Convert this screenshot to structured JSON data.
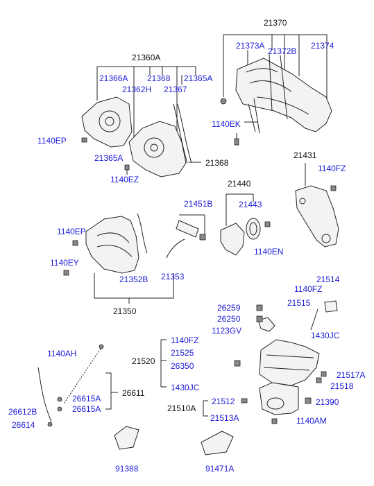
{
  "colors": {
    "part_blue": "#1a1ad6",
    "part_black": "#111111",
    "line": "#222222"
  },
  "labels": {
    "l21370": "21370",
    "l21373A": "21373A",
    "l21372B": "21372B",
    "l21374": "21374",
    "l21360A": "21360A",
    "l21366A": "21366A",
    "l21368a": "21368",
    "l21365Aa": "21365A",
    "l21362H": "21362H",
    "l21367": "21367",
    "l1140EK": "1140EK",
    "l1140EPa": "1140EP",
    "l21365Ab": "21365A",
    "l21368b": "21368",
    "l1140EZ": "1140EZ",
    "l21431": "21431",
    "l1140FZa": "1140FZ",
    "l21440": "21440",
    "l21451B": "21451B",
    "l21443": "21443",
    "l1140EPb": "1140EP",
    "l1140EN": "1140EN",
    "l1140EY": "1140EY",
    "l21352B": "21352B",
    "l21353": "21353",
    "l21350": "21350",
    "l21514": "21514",
    "l1140FZb": "1140FZ",
    "l21515": "21515",
    "l26259": "26259",
    "l26250": "26250",
    "l1123GV": "1123GV",
    "l1430JCa": "1430JC",
    "l1140FZc": "1140FZ",
    "l21525": "21525",
    "l21520": "21520",
    "l26350": "26350",
    "l1430JCb": "1430JC",
    "l21517A": "21517A",
    "l21518": "21518",
    "l1140AH": "1140AH",
    "l26611": "26611",
    "l26615Aa": "26615A",
    "l26615Ab": "26615A",
    "l26612B": "26612B",
    "l26614": "26614",
    "l21510A": "21510A",
    "l21512": "21512",
    "l21513A": "21513A",
    "l21390": "21390",
    "l1140AM": "1140AM",
    "l91388": "91388",
    "l91471A": "91471A"
  }
}
